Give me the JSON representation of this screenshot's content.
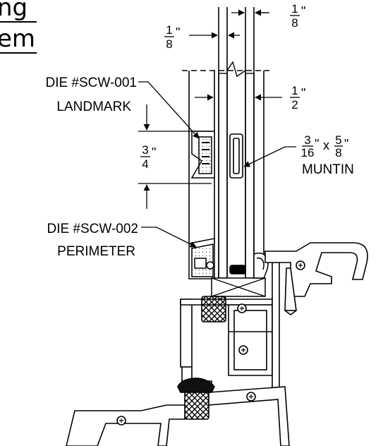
{
  "title_fragment": {
    "line1": "ng",
    "line2": "em"
  },
  "labels": {
    "die_landmark_code": "DIE #SCW-001",
    "die_landmark_name": "LANDMARK",
    "die_perimeter_code": "DIE #SCW-002",
    "die_perimeter_name": "PERIMETER",
    "muntin_label": "MUNTIN",
    "times": "x"
  },
  "dimensions": {
    "top_right": {
      "num": "1",
      "den": "8",
      "unit": "\""
    },
    "top_left": {
      "num": "1",
      "den": "8",
      "unit": "\""
    },
    "mid_right": {
      "num": "1",
      "den": "2",
      "unit": "\""
    },
    "left_height": {
      "num": "3",
      "den": "4",
      "unit": "\""
    },
    "muntin_w": {
      "num": "3",
      "den": "16",
      "unit": "\""
    },
    "muntin_h": {
      "num": "5",
      "den": "8",
      "unit": "\""
    }
  },
  "colors": {
    "ink": "#000000",
    "gasket": "#6b6b6b",
    "paper": "#ffffff"
  }
}
